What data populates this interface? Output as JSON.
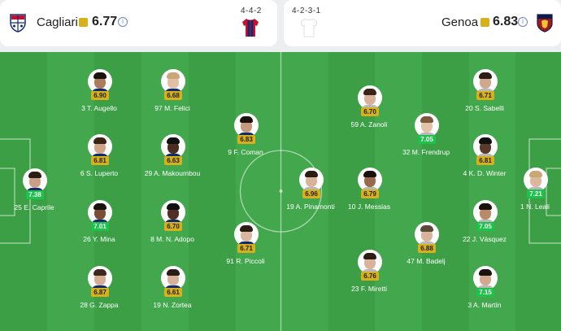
{
  "home": {
    "name": "Cagliari",
    "rating": "6.77",
    "formation": "4-4-2",
    "info_icon": "i",
    "colors": {
      "primary": "#c8102e",
      "secondary": "#0e2c6e"
    }
  },
  "away": {
    "name": "Genoa",
    "rating": "6.83",
    "formation": "4-2-3-1",
    "info_icon": "i",
    "colors": {
      "primary": "#9c1c20",
      "secondary": "#0e1a4e"
    }
  },
  "colors": {
    "pitch_dark": "#3c9f46",
    "pitch_light": "#44a84e",
    "rating_yellow": "#d7b01c",
    "rating_green": "#1cc24a"
  },
  "home_players": [
    {
      "label": "25 E. Caprile",
      "rating": "7.38",
      "good": true,
      "skin": "#c9a086",
      "hair": "#2a1d14"
    },
    {
      "label": "3 T. Augello",
      "rating": "6.90",
      "good": false,
      "skin": "#a87c5c",
      "hair": "#1a120c"
    },
    {
      "label": "6 S. Luperto",
      "rating": "6.81",
      "good": false,
      "skin": "#cfa58a",
      "hair": "#3a2418"
    },
    {
      "label": "26 Y. Mina",
      "rating": "7.01",
      "good": true,
      "skin": "#7a4e35",
      "hair": "#1a120c"
    },
    {
      "label": "28 G. Zappa",
      "rating": "6.87",
      "good": false,
      "skin": "#d4ad94",
      "hair": "#3a2a1e"
    },
    {
      "label": "97 M. Felici",
      "rating": "6.68",
      "good": false,
      "skin": "#e2c0a6",
      "hair": "#c9a777"
    },
    {
      "label": "29 A. Makoumbou",
      "rating": "6.63",
      "good": false,
      "skin": "#4a2e22",
      "hair": "#111"
    },
    {
      "label": "8 M. N. Adopo",
      "rating": "6.70",
      "good": false,
      "skin": "#4e3024",
      "hair": "#111"
    },
    {
      "label": "19 N. Zortea",
      "rating": "6.61",
      "good": false,
      "skin": "#d7b199",
      "hair": "#2a1d14"
    },
    {
      "label": "9 F. Coman",
      "rating": "6.83",
      "good": false,
      "skin": "#c59a7c",
      "hair": "#1a120c"
    },
    {
      "label": "91 R. Piccoli",
      "rating": "6.71",
      "good": false,
      "skin": "#dcb79d",
      "hair": "#2a1d14"
    }
  ],
  "away_players": [
    {
      "label": "19 A. Pinamonti",
      "rating": "6.96",
      "good": false,
      "skin": "#d9b49a",
      "hair": "#2a1d14"
    },
    {
      "label": "10 J. Messias",
      "rating": "6.79",
      "good": false,
      "skin": "#9a6a4c",
      "hair": "#1a120c"
    },
    {
      "label": "59 A. Zanoli",
      "rating": "6.70",
      "good": false,
      "skin": "#d8b198",
      "hair": "#3a2418"
    },
    {
      "label": "32 M. Frendrup",
      "rating": "7.05",
      "good": true,
      "skin": "#e4c2a8",
      "hair": "#7a5a3a"
    },
    {
      "label": "47 M. Badelj",
      "rating": "6.88",
      "good": false,
      "skin": "#d8b49a",
      "hair": "#5a4a3a"
    },
    {
      "label": "23 F. Miretti",
      "rating": "6.76",
      "good": false,
      "skin": "#d9b39a",
      "hair": "#2a1d14"
    },
    {
      "label": "20 S. Sabelli",
      "rating": "6.71",
      "good": false,
      "skin": "#d0a88e",
      "hair": "#2a1d14"
    },
    {
      "label": "4 K. D. Winter",
      "rating": "6.81",
      "good": false,
      "skin": "#5a3a2a",
      "hair": "#111"
    },
    {
      "label": "22 J. Vásquez",
      "rating": "7.05",
      "good": true,
      "skin": "#b88a6a",
      "hair": "#1a120c"
    },
    {
      "label": "3 A. Martín",
      "rating": "7.15",
      "good": true,
      "skin": "#d2a98e",
      "hair": "#1a120c"
    },
    {
      "label": "1 N. Leali",
      "rating": "7.21",
      "good": true,
      "skin": "#dcb79d",
      "hair": "#c9a777"
    }
  ]
}
